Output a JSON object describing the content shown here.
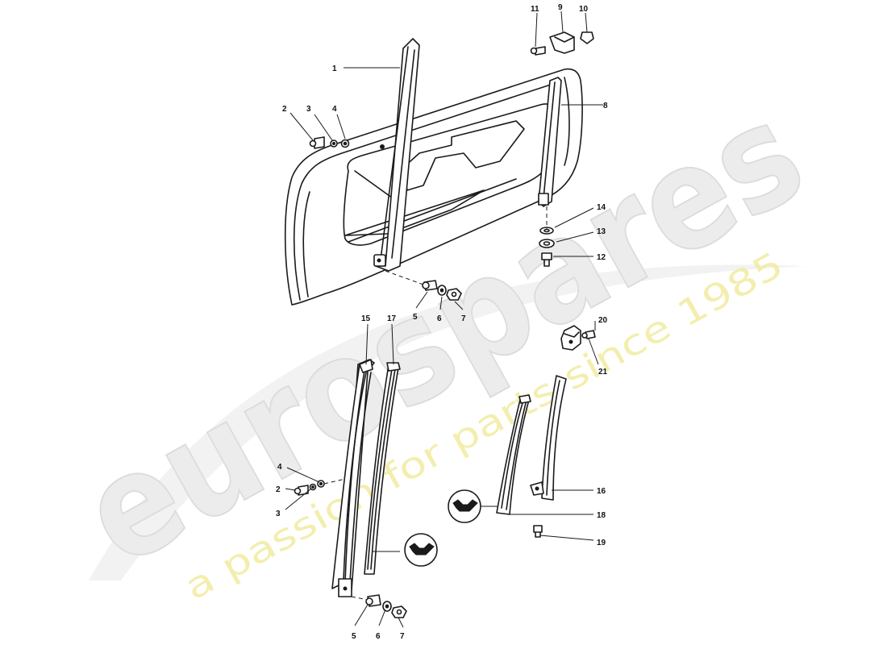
{
  "watermark": {
    "brand": "eurospares",
    "tagline": "a passion for parts since 1985",
    "brand_color": "#e6e6e6",
    "tagline_color": "#efe890"
  },
  "callouts": {
    "n1": "1",
    "n2": "2",
    "n3": "3",
    "n4": "4",
    "n5": "5",
    "n6": "6",
    "n7": "7",
    "n8": "8",
    "n9": "9",
    "n10": "10",
    "n11": "11",
    "n12": "12",
    "n13": "13",
    "n14": "14",
    "n15": "15",
    "n16": "16",
    "n17": "17",
    "n18": "18",
    "n19": "19",
    "n20": "20",
    "n21": "21"
  }
}
